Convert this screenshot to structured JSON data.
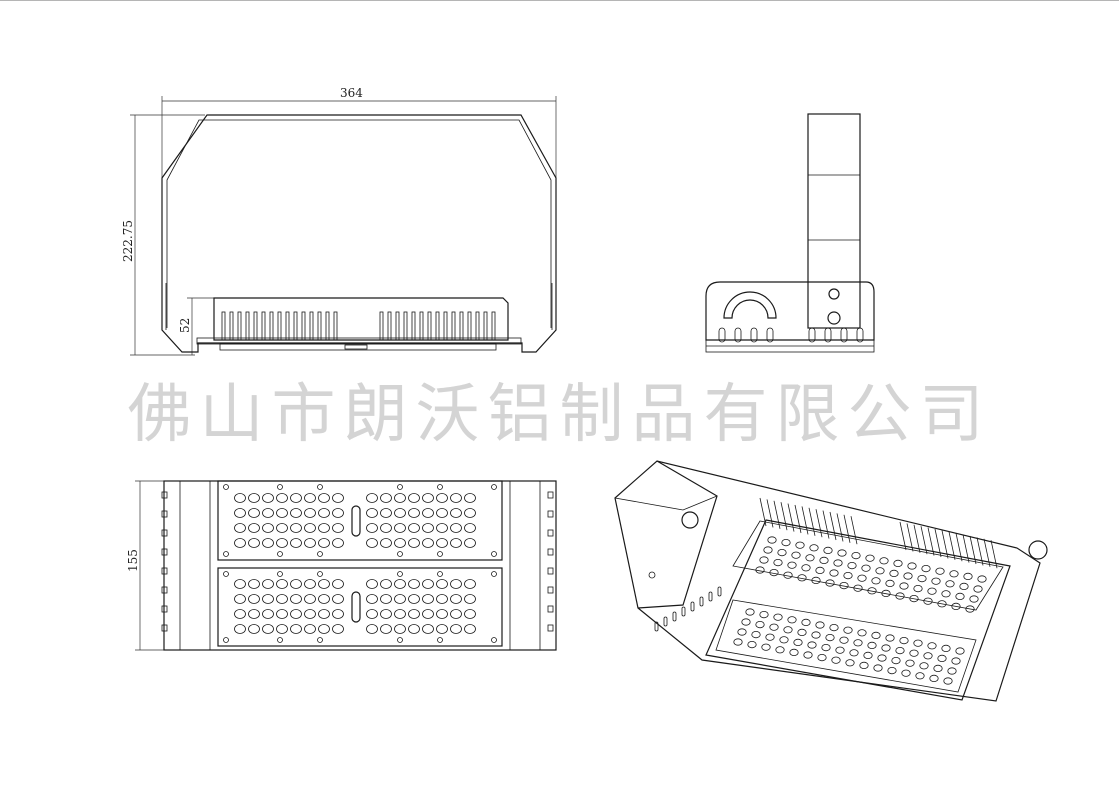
{
  "dimensions": {
    "width_top": "364",
    "height_front": "222.75",
    "base_height": "52",
    "depth_bottom": "155"
  },
  "watermark": "佛山市朗沃铝制品有限公司",
  "colors": {
    "line": "#1a1a1a",
    "watermark": "#d4d4d4"
  }
}
